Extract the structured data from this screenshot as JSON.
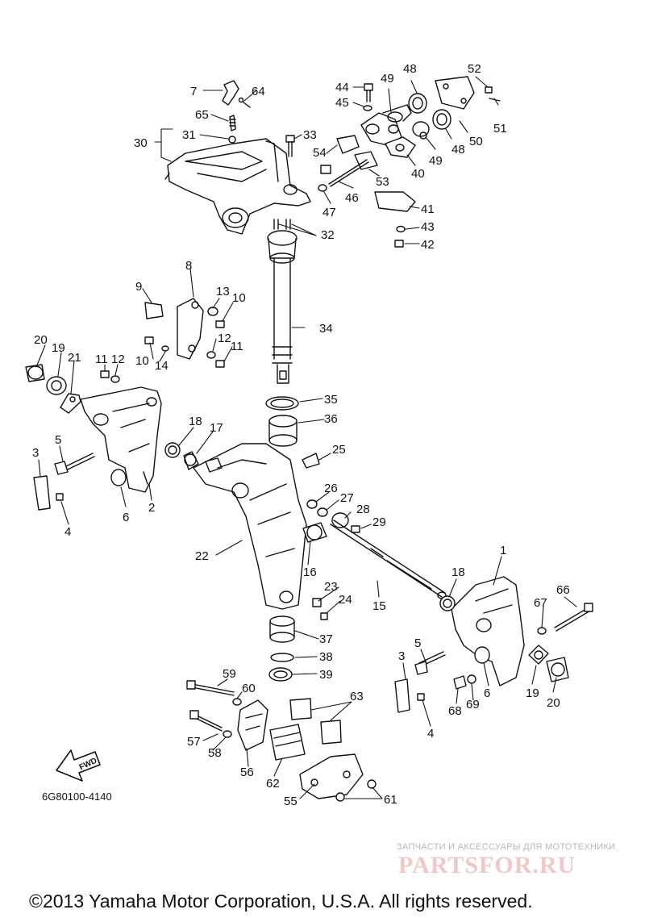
{
  "diagram": {
    "part_code": "6G80100-4140",
    "fwd_label": "FWD",
    "copyright": "©2013 Yamaha Motor Corporation, U.S.A. All rights reserved.",
    "watermark": {
      "caption": "ЗАПЧАСТИ И АКСЕССУАРЫ ДЛЯ МОТОТЕХНИКИ",
      "logo": "PARTSFOR.RU"
    },
    "callouts": [
      {
        "id": "c7",
        "text": "7"
      },
      {
        "id": "c64",
        "text": "64"
      },
      {
        "id": "c65",
        "text": "65"
      },
      {
        "id": "c31",
        "text": "31"
      },
      {
        "id": "c30",
        "text": "30"
      },
      {
        "id": "c33",
        "text": "33"
      },
      {
        "id": "c44",
        "text": "44"
      },
      {
        "id": "c45",
        "text": "45"
      },
      {
        "id": "c49a",
        "text": "49"
      },
      {
        "id": "c48a",
        "text": "48"
      },
      {
        "id": "c52",
        "text": "52"
      },
      {
        "id": "c51",
        "text": "51"
      },
      {
        "id": "c50",
        "text": "50"
      },
      {
        "id": "c48b",
        "text": "48"
      },
      {
        "id": "c49b",
        "text": "49"
      },
      {
        "id": "c40",
        "text": "40"
      },
      {
        "id": "c54",
        "text": "54"
      },
      {
        "id": "c53",
        "text": "53"
      },
      {
        "id": "c46",
        "text": "46"
      },
      {
        "id": "c47",
        "text": "47"
      },
      {
        "id": "c41",
        "text": "41"
      },
      {
        "id": "c43",
        "text": "43"
      },
      {
        "id": "c42",
        "text": "42"
      },
      {
        "id": "c32",
        "text": "32"
      },
      {
        "id": "c8",
        "text": "8"
      },
      {
        "id": "c9",
        "text": "9"
      },
      {
        "id": "c13",
        "text": "13"
      },
      {
        "id": "c10a",
        "text": "10"
      },
      {
        "id": "c34",
        "text": "34"
      },
      {
        "id": "c12a",
        "text": "12"
      },
      {
        "id": "c11a",
        "text": "11"
      },
      {
        "id": "c10b",
        "text": "10"
      },
      {
        "id": "c14",
        "text": "14"
      },
      {
        "id": "c20a",
        "text": "20"
      },
      {
        "id": "c19a",
        "text": "19"
      },
      {
        "id": "c21",
        "text": "21"
      },
      {
        "id": "c11b",
        "text": "11"
      },
      {
        "id": "c12b",
        "text": "12"
      },
      {
        "id": "c35",
        "text": "35"
      },
      {
        "id": "c36",
        "text": "36"
      },
      {
        "id": "c18a",
        "text": "18"
      },
      {
        "id": "c17",
        "text": "17"
      },
      {
        "id": "c3a",
        "text": "3"
      },
      {
        "id": "c5a",
        "text": "5"
      },
      {
        "id": "c25",
        "text": "25"
      },
      {
        "id": "c26",
        "text": "26"
      },
      {
        "id": "c27",
        "text": "27"
      },
      {
        "id": "c28",
        "text": "28"
      },
      {
        "id": "c29",
        "text": "29"
      },
      {
        "id": "c4a",
        "text": "4"
      },
      {
        "id": "c6a",
        "text": "6"
      },
      {
        "id": "c2",
        "text": "2"
      },
      {
        "id": "c22",
        "text": "22"
      },
      {
        "id": "c16",
        "text": "16"
      },
      {
        "id": "c1",
        "text": "1"
      },
      {
        "id": "c18b",
        "text": "18"
      },
      {
        "id": "c23",
        "text": "23"
      },
      {
        "id": "c24",
        "text": "24"
      },
      {
        "id": "c15",
        "text": "15"
      },
      {
        "id": "c66",
        "text": "66"
      },
      {
        "id": "c67",
        "text": "67"
      },
      {
        "id": "c37",
        "text": "37"
      },
      {
        "id": "c38",
        "text": "38"
      },
      {
        "id": "c39",
        "text": "39"
      },
      {
        "id": "c3b",
        "text": "3"
      },
      {
        "id": "c5b",
        "text": "5"
      },
      {
        "id": "c6b",
        "text": "6"
      },
      {
        "id": "c19b",
        "text": "19"
      },
      {
        "id": "c20b",
        "text": "20"
      },
      {
        "id": "c68",
        "text": "68"
      },
      {
        "id": "c69",
        "text": "69"
      },
      {
        "id": "c4b",
        "text": "4"
      },
      {
        "id": "c59",
        "text": "59"
      },
      {
        "id": "c60",
        "text": "60"
      },
      {
        "id": "c63",
        "text": "63"
      },
      {
        "id": "c57",
        "text": "57"
      },
      {
        "id": "c58",
        "text": "58"
      },
      {
        "id": "c56",
        "text": "56"
      },
      {
        "id": "c62",
        "text": "62"
      },
      {
        "id": "c55",
        "text": "55"
      },
      {
        "id": "c61",
        "text": "61"
      }
    ]
  }
}
